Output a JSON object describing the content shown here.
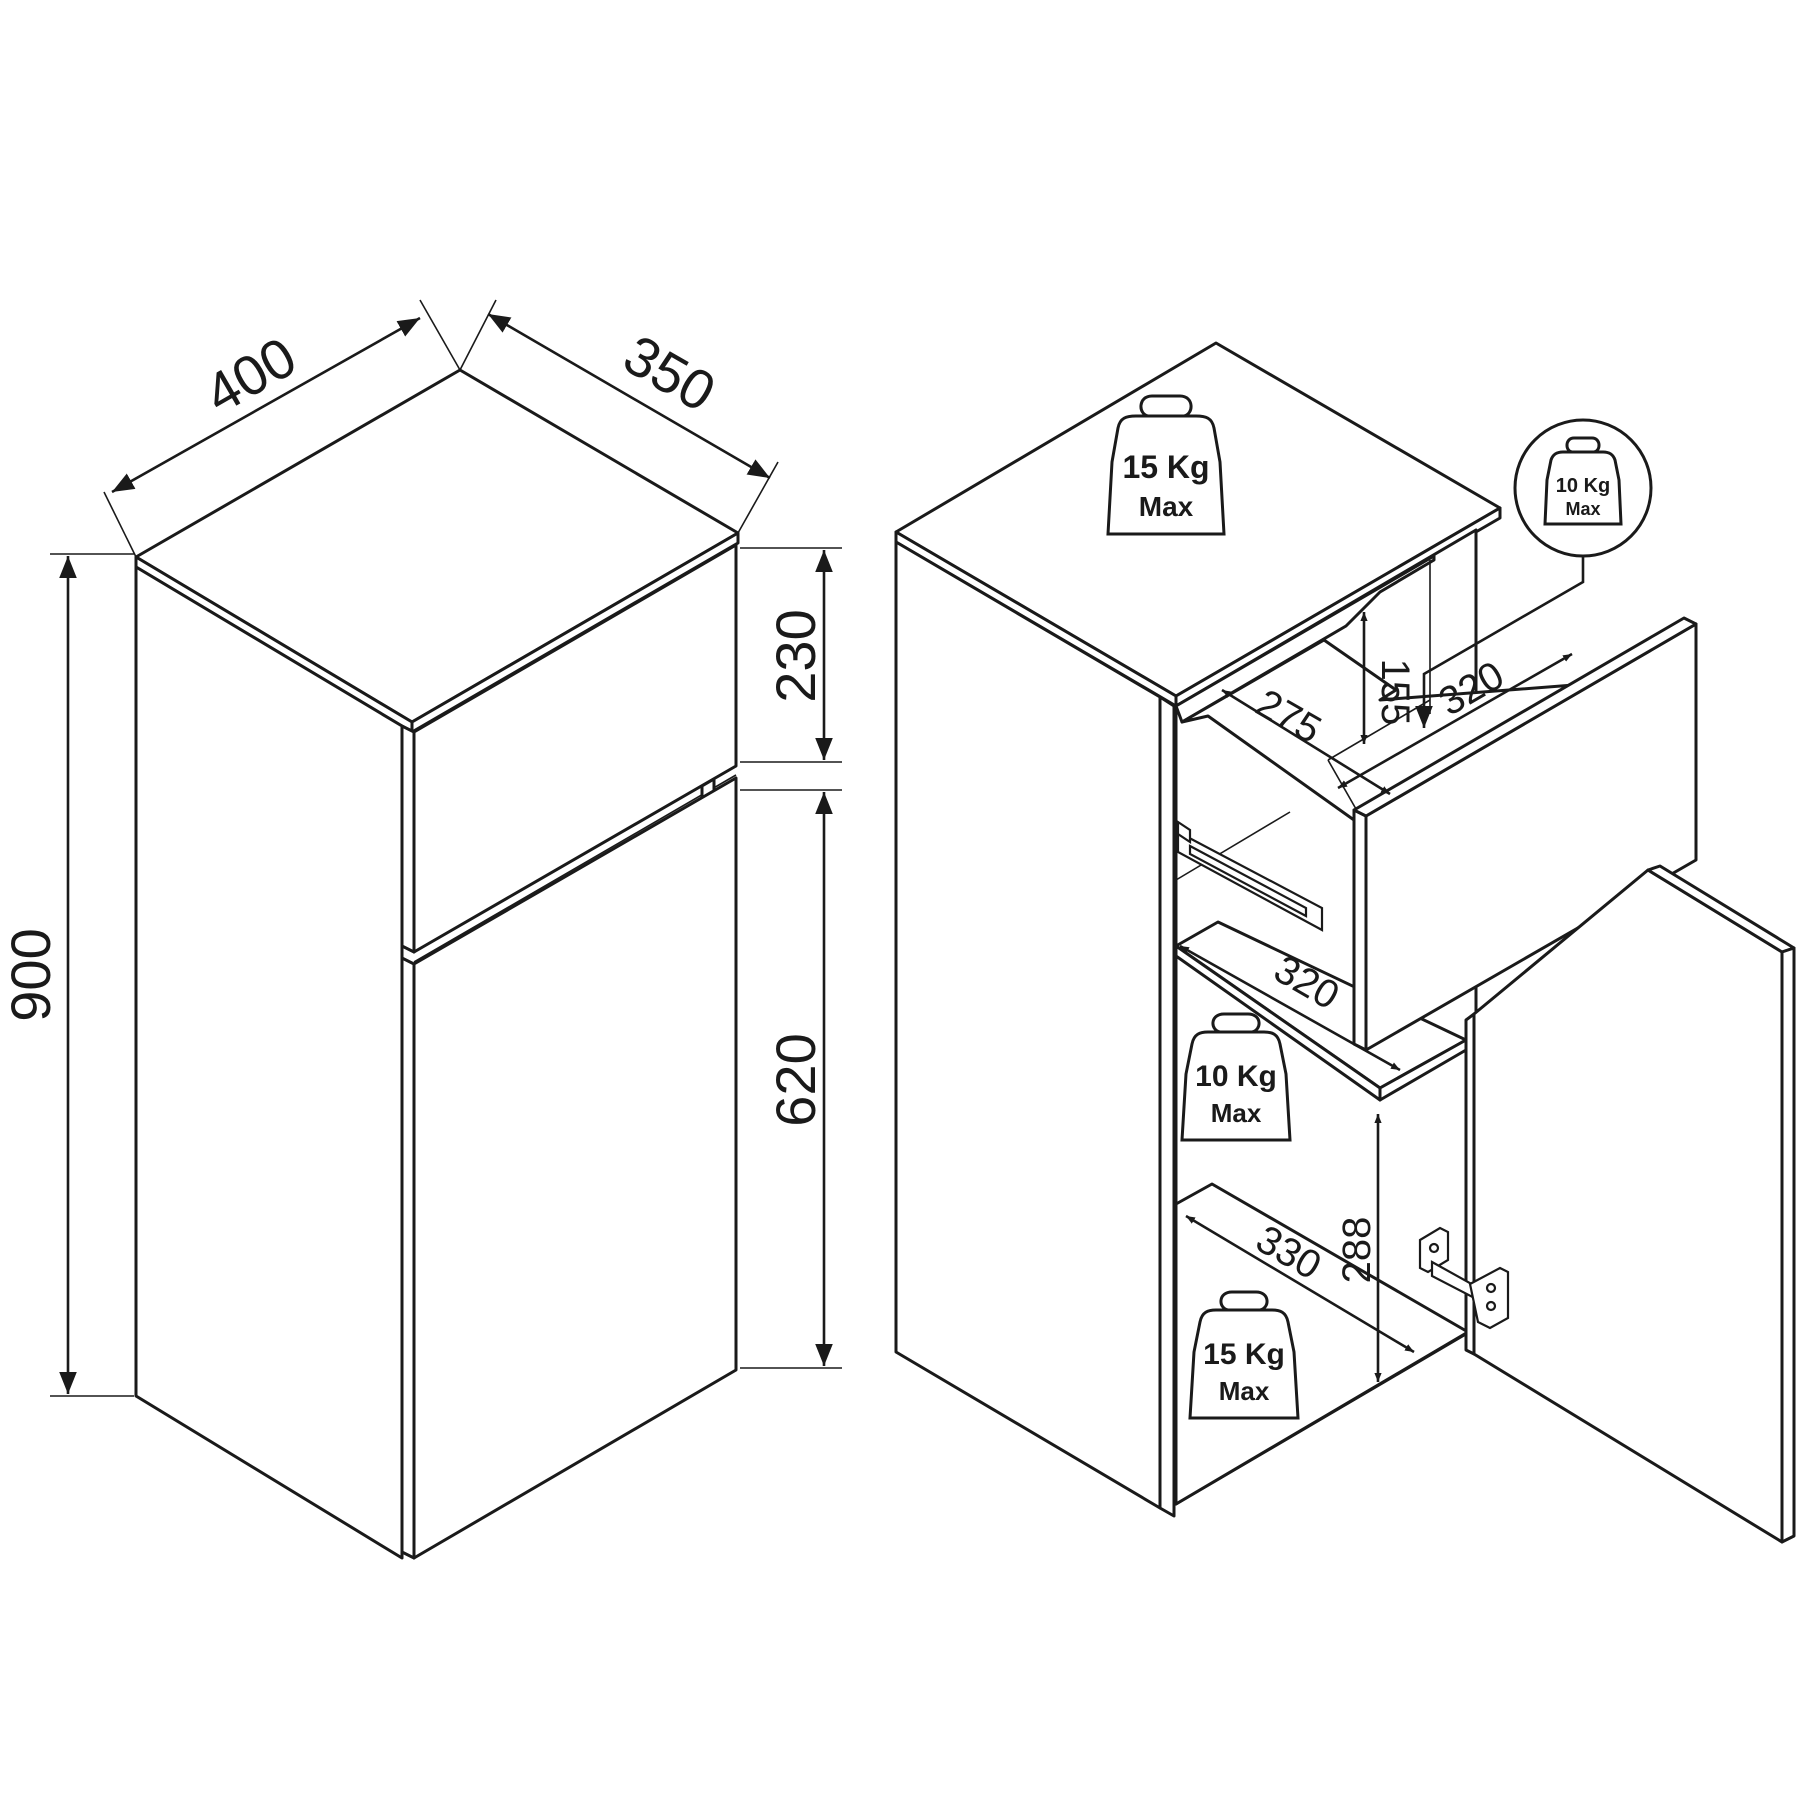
{
  "dimensions": {
    "width": "400",
    "depth": "350",
    "total_height": "900",
    "drawer_height": "230",
    "door_height": "620",
    "drawer_inner_height": "155",
    "drawer_inner_width": "275",
    "drawer_inner_depth": "320",
    "shelf_depth": "320",
    "bottom_depth": "330",
    "compartment_height": "288"
  },
  "load_badges": {
    "top": {
      "weight": "15 Kg",
      "label": "Max"
    },
    "drawer": {
      "weight": "10 Kg",
      "label": "Max"
    },
    "shelf": {
      "weight": "10 Kg",
      "label": "Max"
    },
    "bottom": {
      "weight": "15 Kg",
      "label": "Max"
    }
  }
}
